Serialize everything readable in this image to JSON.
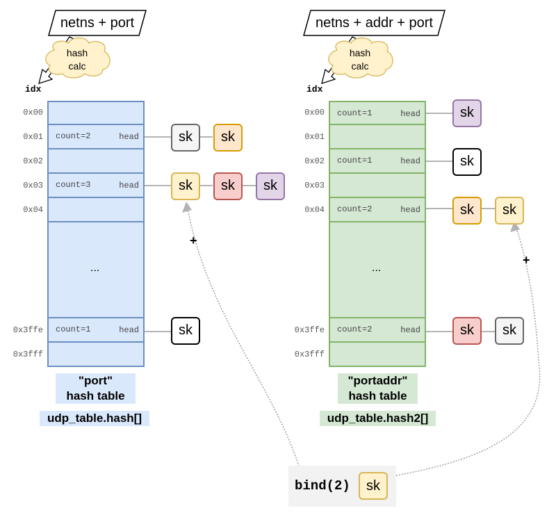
{
  "left": {
    "key_label": "netns + port",
    "hash_label_line1": "hash",
    "hash_label_line2": "calc",
    "idx_label": "idx",
    "rows": [
      {
        "idx": "0x00",
        "count": "",
        "head": ""
      },
      {
        "idx": "0x01",
        "count": "count=2",
        "head": "head"
      },
      {
        "idx": "0x02",
        "count": "",
        "head": ""
      },
      {
        "idx": "0x03",
        "count": "count=3",
        "head": "head"
      },
      {
        "idx": "0x04",
        "count": "",
        "head": ""
      },
      {
        "idx": "",
        "count": "",
        "head": ""
      },
      {
        "idx": "0x3ffe",
        "count": "count=1",
        "head": "head"
      },
      {
        "idx": "0x3fff",
        "count": "",
        "head": ""
      }
    ],
    "ellipsis": "...",
    "caption_line1": "\"port\"",
    "caption_line2": "hash table",
    "array_name": "udp_table.hash[]",
    "chains": [
      {
        "row": "0x01",
        "sockets": [
          {
            "label": "sk",
            "fill": "#f5f5f5",
            "stroke": "#666666"
          },
          {
            "label": "sk",
            "fill": "#ffe6cc",
            "stroke": "#d79b00"
          }
        ]
      },
      {
        "row": "0x03",
        "sockets": [
          {
            "label": "sk",
            "fill": "#fff2cc",
            "stroke": "#d6b656"
          },
          {
            "label": "sk",
            "fill": "#f8cecc",
            "stroke": "#b85450"
          },
          {
            "label": "sk",
            "fill": "#e1d5e7",
            "stroke": "#9673a6"
          }
        ]
      },
      {
        "row": "0x3ffe",
        "sockets": [
          {
            "label": "sk",
            "fill": "#ffffff",
            "stroke": "#000000"
          }
        ]
      }
    ],
    "plus": "+"
  },
  "right": {
    "key_label": "netns + addr + port",
    "hash_label_line1": "hash",
    "hash_label_line2": "calc",
    "idx_label": "idx",
    "rows": [
      {
        "idx": "0x00",
        "count": "count=1",
        "head": "head"
      },
      {
        "idx": "0x01",
        "count": "",
        "head": ""
      },
      {
        "idx": "0x02",
        "count": "count=1",
        "head": "head"
      },
      {
        "idx": "0x03",
        "count": "",
        "head": ""
      },
      {
        "idx": "0x04",
        "count": "count=2",
        "head": "head"
      },
      {
        "idx": "",
        "count": "",
        "head": ""
      },
      {
        "idx": "0x3ffe",
        "count": "count=2",
        "head": "head"
      },
      {
        "idx": "0x3fff",
        "count": "",
        "head": ""
      }
    ],
    "ellipsis": "...",
    "caption_line1": "\"portaddr\"",
    "caption_line2": "hash table",
    "array_name": "udp_table.hash2[]",
    "chains": [
      {
        "row": "0x00",
        "sockets": [
          {
            "label": "sk",
            "fill": "#e1d5e7",
            "stroke": "#9673a6"
          }
        ]
      },
      {
        "row": "0x02",
        "sockets": [
          {
            "label": "sk",
            "fill": "#ffffff",
            "stroke": "#000000"
          }
        ]
      },
      {
        "row": "0x04",
        "sockets": [
          {
            "label": "sk",
            "fill": "#ffe6cc",
            "stroke": "#d79b00"
          },
          {
            "label": "sk",
            "fill": "#fff2cc",
            "stroke": "#d6b656"
          }
        ]
      },
      {
        "row": "0x3ffe",
        "sockets": [
          {
            "label": "sk",
            "fill": "#f8cecc",
            "stroke": "#b85450"
          },
          {
            "label": "sk",
            "fill": "#f5f5f5",
            "stroke": "#666666"
          }
        ]
      }
    ],
    "plus": "+"
  },
  "bind": {
    "label": "bind(2)",
    "socket": {
      "label": "sk",
      "fill": "#fff2cc",
      "stroke": "#d6b656"
    }
  },
  "colors": {
    "port_table_fill": "#dae8fc",
    "port_table_stroke": "#6c8ebf",
    "portaddr_table_fill": "#d5e8d4",
    "portaddr_table_stroke": "#82b366",
    "cloud_fill": "#fff2cc",
    "cloud_stroke": "#d6b656",
    "link_line": "#b3b3b3",
    "bind_bg": "#f2f2f2"
  }
}
